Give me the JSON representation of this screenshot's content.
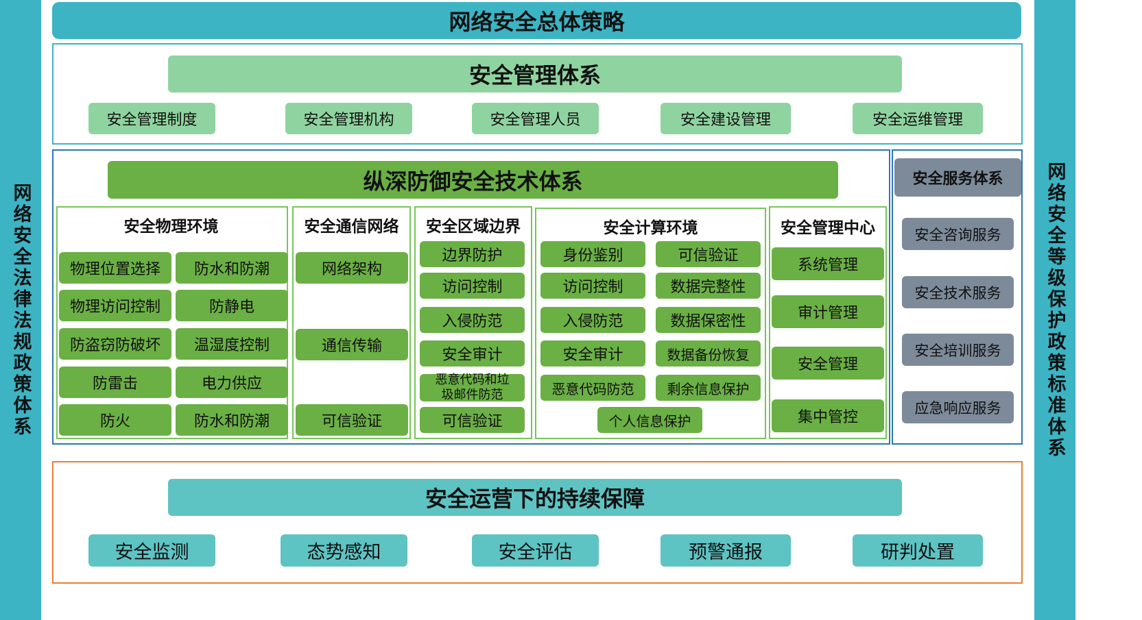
{
  "left_bar": "网络安全法律法规政策体系",
  "right_bar": "网络安全等级保护政策标准体系",
  "top_title": "网络安全总体策略",
  "management": {
    "title": "安全管理体系",
    "items": [
      "安全管理制度",
      "安全管理机构",
      "安全管理人员",
      "安全建设管理",
      "安全运维管理"
    ]
  },
  "tech": {
    "title": "纵深防御安全技术体系",
    "physical": {
      "title": "安全物理环境",
      "items": [
        "物理位置选择",
        "防水和防潮",
        "物理访问控制",
        "防静电",
        "防盗窃防破坏",
        "温湿度控制",
        "防雷击",
        "电力供应",
        "防火",
        "防水和防潮"
      ]
    },
    "network": {
      "title": "安全通信网络",
      "items": [
        "网络架构",
        "通信传输",
        "可信验证"
      ]
    },
    "boundary": {
      "title": "安全区域边界",
      "items": [
        "边界防护",
        "访问控制",
        "入侵防范",
        "安全审计",
        "恶意代码和垃圾邮件防范",
        "可信验证"
      ]
    },
    "compute": {
      "title": "安全计算环境",
      "items": [
        "身份鉴别",
        "可信验证",
        "访问控制",
        "数据完整性",
        "入侵防范",
        "数据保密性",
        "安全审计",
        "数据备份恢复",
        "恶意代码防范",
        "剩余信息保护",
        "个人信息保护"
      ]
    },
    "center": {
      "title": "安全管理中心",
      "items": [
        "系统管理",
        "审计管理",
        "安全管理",
        "集中管控"
      ]
    }
  },
  "service": {
    "title": "安全服务体系",
    "items": [
      "安全咨询服务",
      "安全技术服务",
      "安全培训服务",
      "应急响应服务"
    ]
  },
  "ops": {
    "title": "安全运营下的持续保障",
    "items": [
      "安全监测",
      "态势感知",
      "安全评估",
      "预警通报",
      "研判处置"
    ]
  },
  "colors": {
    "teal": "#3cb4c4",
    "light_green": "#8fd4a0",
    "green": "#6ab045",
    "ops_teal": "#5ec3c3",
    "slate": "#7d8a9a",
    "tech_border": "#2e75b6",
    "ops_border": "#ed7d31"
  }
}
